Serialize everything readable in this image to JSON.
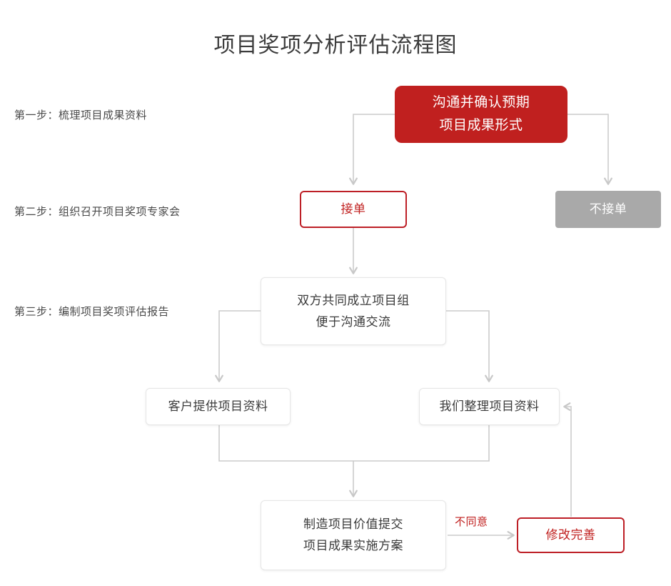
{
  "title": "项目奖项分析评估流程图",
  "theme": {
    "red": "#c0201f",
    "red_border": "#bd1f26",
    "gray_fill": "#a9a9a9",
    "line": "#cccccc",
    "box_border": "#e6e6e6",
    "text": "#3b3b3b"
  },
  "steps": [
    {
      "label": "第一步：梳理项目成果资料"
    },
    {
      "label": "第二步：组织召开项目奖项专家会"
    },
    {
      "label": "第三步：编制项目奖项评估报告"
    }
  ],
  "nodes": {
    "confirm_expectation": {
      "line1": "沟通并确认预期",
      "line2": "项目成果形式"
    },
    "accept": {
      "line1": "接单"
    },
    "reject": {
      "line1": "不接单"
    },
    "form_team": {
      "line1": "双方共同成立项目组",
      "line2": "便于沟通交流"
    },
    "client_materials": {
      "line1": "客户提供项目资料"
    },
    "our_materials": {
      "line1": "我们整理项目资料"
    },
    "value_plan": {
      "line1": "制造项目价值提交",
      "line2": "项目成果实施方案"
    },
    "revise": {
      "line1": "修改完善"
    }
  },
  "edges": {
    "disagree_label": "不同意"
  }
}
